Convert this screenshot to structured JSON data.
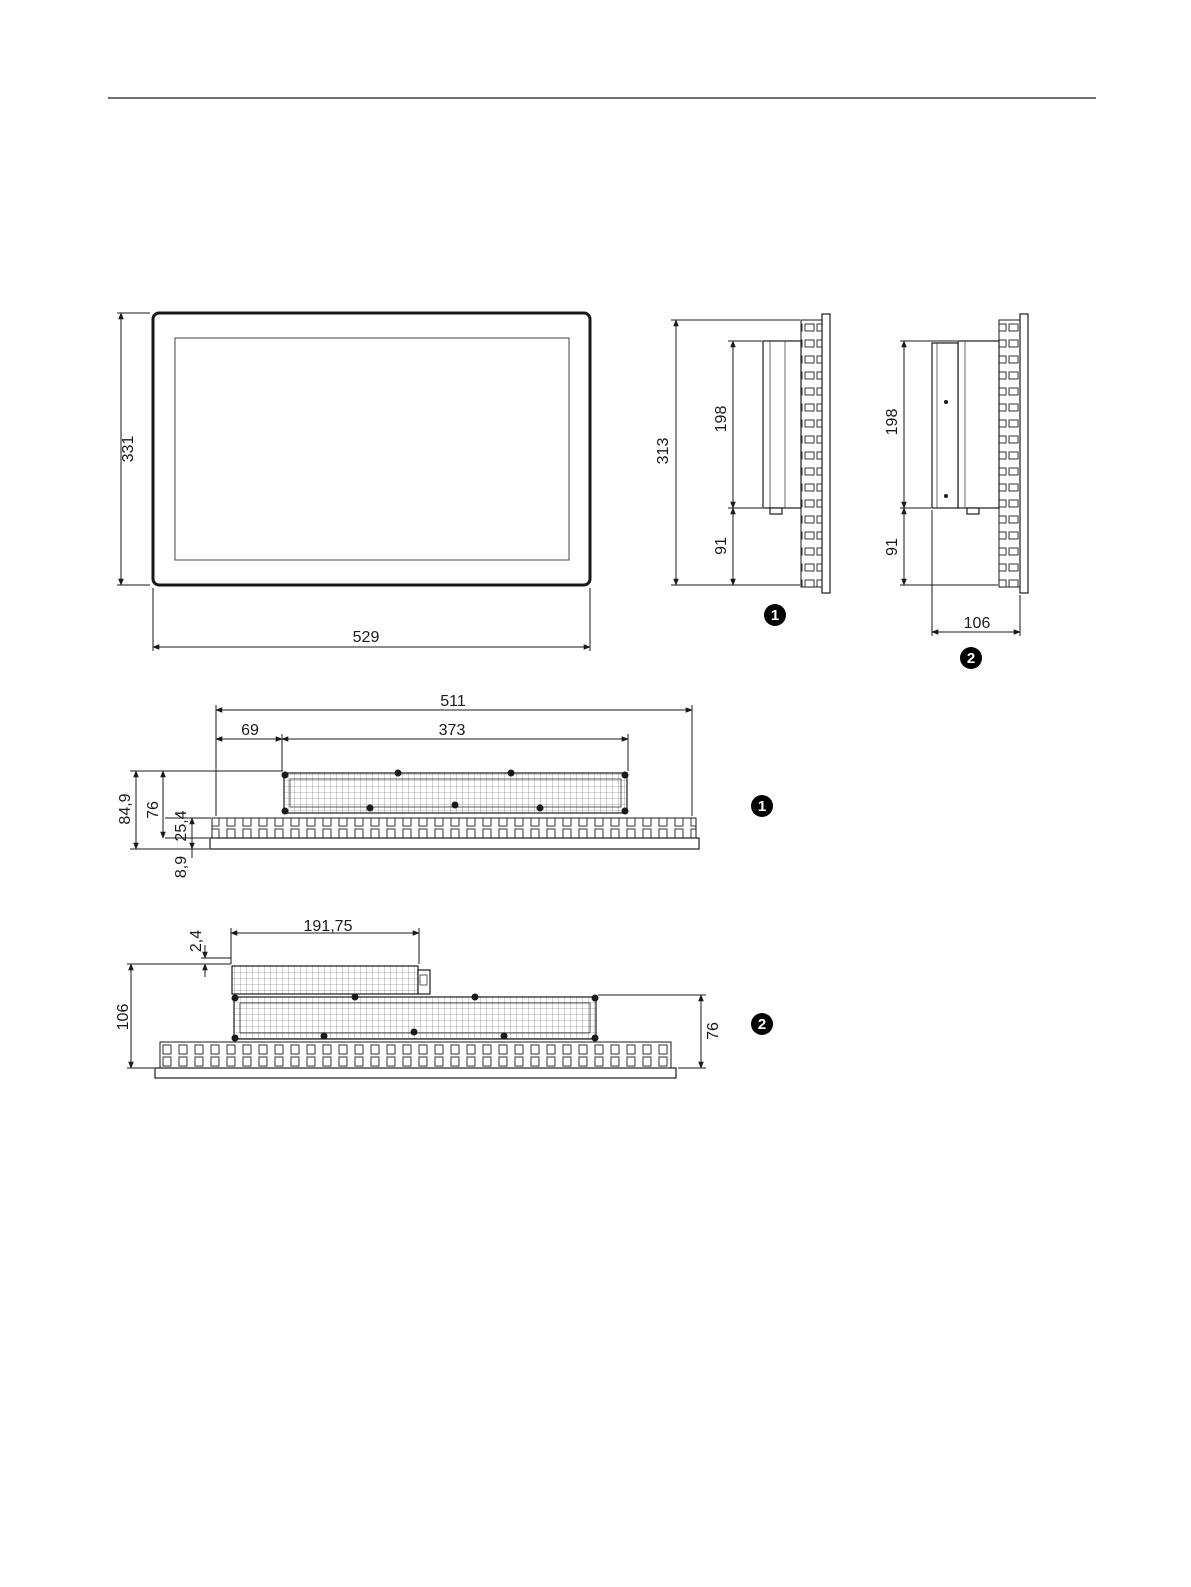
{
  "drawing": {
    "front_view": {
      "height": "331",
      "width": "529"
    },
    "side_view_1": {
      "total": "313",
      "upper": "198",
      "lower": "91",
      "label": "1"
    },
    "side_view_2": {
      "upper": "198",
      "lower": "91",
      "depth": "106",
      "label": "2"
    },
    "top_view_1": {
      "overall": "511",
      "offset": "69",
      "module": "373",
      "h_total": "84,9",
      "h_module": "76",
      "h_frame": "25,4",
      "h_bezel": "8,9",
      "label": "1"
    },
    "top_view_2": {
      "expansion": "191,75",
      "gap": "2,4",
      "h_total": "106",
      "h_module": "76",
      "label": "2"
    }
  }
}
